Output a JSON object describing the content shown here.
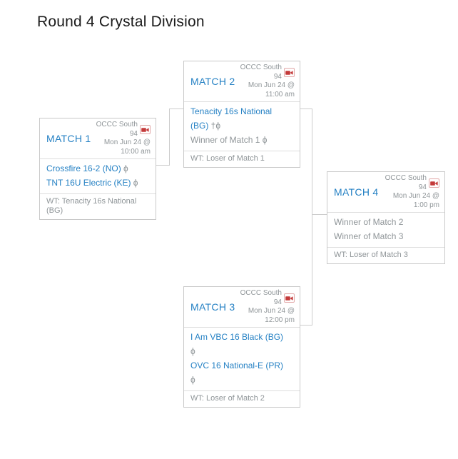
{
  "page": {
    "title": "Round 4 Crystal Division"
  },
  "colors": {
    "accent_blue": "#2581c4",
    "muted_gray": "#8f9598",
    "card_border": "#c9c9c9",
    "divider": "#dedede",
    "connector": "#cccccc",
    "video_icon_red": "#c43a3a"
  },
  "icons": {
    "video": "video-camera-icon"
  },
  "matches": {
    "m1": {
      "label": "MATCH 1",
      "venue": "OCCC South 94",
      "datetime": "Mon Jun 24 @ 10:00 am",
      "lines": {
        "l1": {
          "blue": "Crossfire 16-2 (NO)",
          "gray": " ϕ"
        },
        "l2": {
          "blue": "TNT 16U Electric (KE)",
          "gray": " ϕ"
        }
      },
      "footer": "WT: Tenacity 16s National (BG)"
    },
    "m2": {
      "label": "MATCH 2",
      "venue": "OCCC South 94",
      "datetime": "Mon Jun 24 @ 11:00 am",
      "lines": {
        "l1": {
          "blue": "Tenacity 16s National",
          "gray": ""
        },
        "l2": {
          "blue": "(BG)",
          "gray": " †ϕ"
        },
        "l3": {
          "blue": "",
          "gray": "Winner of Match 1 ϕ"
        }
      },
      "footer": "WT: Loser of Match 1"
    },
    "m3": {
      "label": "MATCH 3",
      "venue": "OCCC South 94",
      "datetime": "Mon Jun 24 @ 12:00 pm",
      "lines": {
        "l1": {
          "blue": "I Am VBC 16 Black (BG)",
          "gray": ""
        },
        "l2": {
          "blue": "",
          "gray": "ϕ"
        },
        "l3": {
          "blue": "OVC 16 National-E (PR)",
          "gray": ""
        },
        "l4": {
          "blue": "",
          "gray": "ϕ"
        }
      },
      "footer": "WT: Loser of Match 2"
    },
    "m4": {
      "label": "MATCH 4",
      "venue": "OCCC South 94",
      "datetime": "Mon Jun 24 @ 1:00 pm",
      "lines": {
        "l1": {
          "blue": "",
          "gray": "Winner of Match 2"
        },
        "l2": {
          "blue": "",
          "gray": "Winner of Match 3"
        }
      },
      "footer": "WT: Loser of Match 3"
    }
  }
}
